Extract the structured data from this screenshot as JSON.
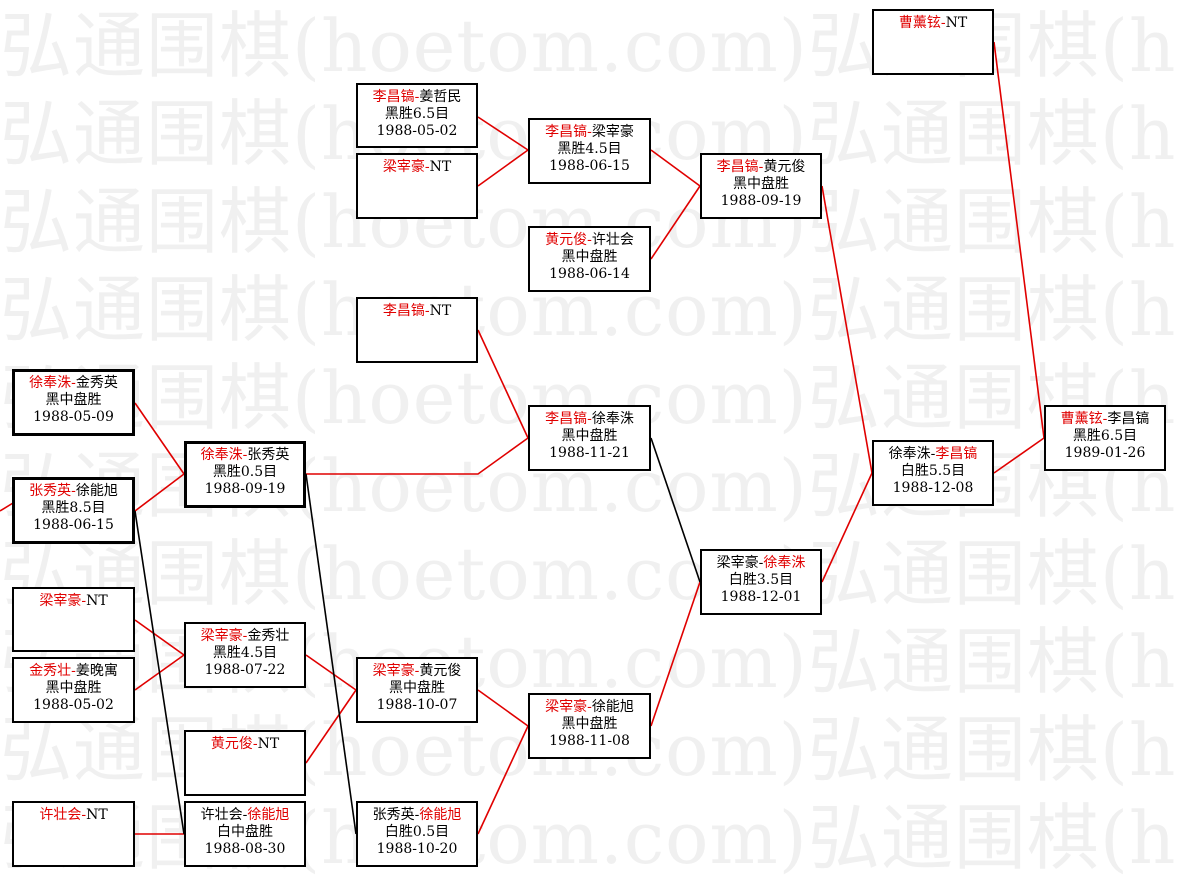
{
  "colors": {
    "winner": "#e00000",
    "win_line": "#e00000",
    "loss_line": "#000000",
    "box_border": "#000000",
    "watermark": "#f0f0f0"
  },
  "watermark": {
    "text": "弘通围棋(hoetom.com)弘通围棋(hoetom.com)"
  },
  "games": [
    {
      "id": "g1",
      "p1": "李昌镐",
      "p2": "姜哲民",
      "winner": 1,
      "result": "黑胜6.5目",
      "date": "1988-05-02"
    },
    {
      "id": "g2",
      "p1": "梁宰豪",
      "p2": "NT",
      "winner": 1,
      "result": "",
      "date": ""
    },
    {
      "id": "g3",
      "p1": "李昌镐",
      "p2": "梁宰豪",
      "winner": 1,
      "result": "黑胜4.5目",
      "date": "1988-06-15"
    },
    {
      "id": "g4",
      "p1": "黄元俊",
      "p2": "许壮会",
      "winner": 1,
      "result": "黑中盘胜",
      "date": "1988-06-14"
    },
    {
      "id": "g5",
      "p1": "李昌镐",
      "p2": "黄元俊",
      "winner": 1,
      "result": "黑中盘胜",
      "date": "1988-09-19"
    },
    {
      "id": "g6",
      "p1": "曹薰铉",
      "p2": "NT",
      "winner": 1,
      "result": "",
      "date": ""
    },
    {
      "id": "g7",
      "p1": "李昌镐",
      "p2": "NT",
      "winner": 1,
      "result": "",
      "date": ""
    },
    {
      "id": "g8",
      "p1": "徐奉洙",
      "p2": "金秀英",
      "winner": 1,
      "result": "黑中盘胜",
      "date": "1988-05-09"
    },
    {
      "id": "g9",
      "p1": "徐奉洙",
      "p2": "张秀英",
      "winner": 1,
      "result": "黑胜0.5目",
      "date": "1988-09-19"
    },
    {
      "id": "g10",
      "p1": "李昌镐",
      "p2": "徐奉洙",
      "winner": 1,
      "result": "黑中盘胜",
      "date": "1988-11-21"
    },
    {
      "id": "g11",
      "p1": "徐奉洙",
      "p2": "李昌镐",
      "winner": 2,
      "result": "白胜5.5目",
      "date": "1988-12-08"
    },
    {
      "id": "g12",
      "p1": "曹薰铉",
      "p2": "李昌镐",
      "winner": 1,
      "result": "黑胜6.5目",
      "date": "1989-01-26"
    },
    {
      "id": "g13",
      "p1": "张秀英",
      "p2": "徐能旭",
      "winner": 1,
      "result": "黑胜8.5目",
      "date": "1988-06-15"
    },
    {
      "id": "g14",
      "p1": "梁宰豪",
      "p2": "徐奉洙",
      "winner": 2,
      "result": "白胜3.5目",
      "date": "1988-12-01"
    },
    {
      "id": "g15",
      "p1": "梁宰豪",
      "p2": "NT",
      "winner": 1,
      "result": "",
      "date": ""
    },
    {
      "id": "g16",
      "p1": "梁宰豪",
      "p2": "金秀壮",
      "winner": 1,
      "result": "黑胜4.5目",
      "date": "1988-07-22"
    },
    {
      "id": "g17",
      "p1": "金秀壮",
      "p2": "姜晚寓",
      "winner": 1,
      "result": "黑中盘胜",
      "date": "1988-05-02"
    },
    {
      "id": "g18",
      "p1": "梁宰豪",
      "p2": "黄元俊",
      "winner": 1,
      "result": "黑中盘胜",
      "date": "1988-10-07"
    },
    {
      "id": "g19",
      "p1": "梁宰豪",
      "p2": "徐能旭",
      "winner": 1,
      "result": "黑中盘胜",
      "date": "1988-11-08"
    },
    {
      "id": "g20",
      "p1": "黄元俊",
      "p2": "NT",
      "winner": 1,
      "result": "",
      "date": ""
    },
    {
      "id": "g21",
      "p1": "许壮会",
      "p2": "NT",
      "winner": 1,
      "result": "",
      "date": ""
    },
    {
      "id": "g22",
      "p1": "许壮会",
      "p2": "徐能旭",
      "winner": 2,
      "result": "白中盘胜",
      "date": "1988-08-30"
    },
    {
      "id": "g23",
      "p1": "张秀英",
      "p2": "徐能旭",
      "winner": 2,
      "result": "白胜0.5目",
      "date": "1988-10-20"
    }
  ]
}
